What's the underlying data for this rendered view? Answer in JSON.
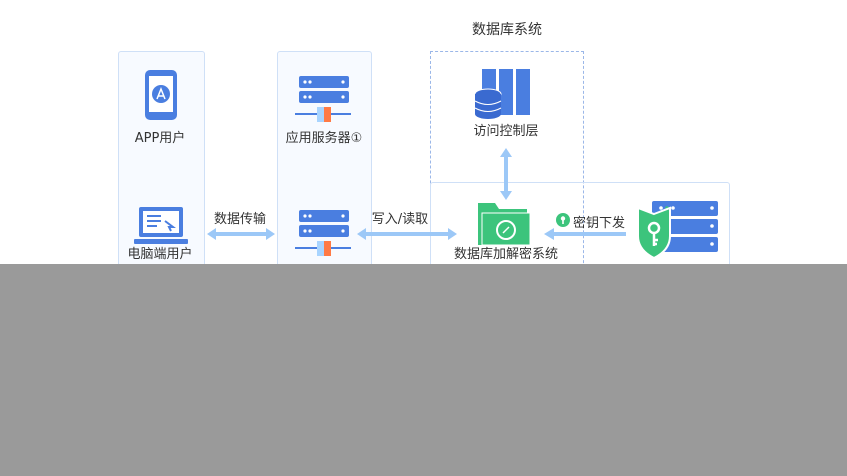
{
  "title": "数据库系统",
  "nodes": {
    "app_user": "APP用户",
    "app_server": "应用服务器①",
    "access_layer": "访问控制层",
    "pc_user": "电脑端用户",
    "enc_system": "数据库加解密系统"
  },
  "edges": {
    "transfer": "数据传输",
    "write_read": "写入/读取",
    "key_dispatch": "密钥下发"
  },
  "colors": {
    "blue": "#4a7ee0",
    "green": "#3cc47c",
    "arrow": "#9cc8f7",
    "overlay": "#9a9a9a"
  }
}
